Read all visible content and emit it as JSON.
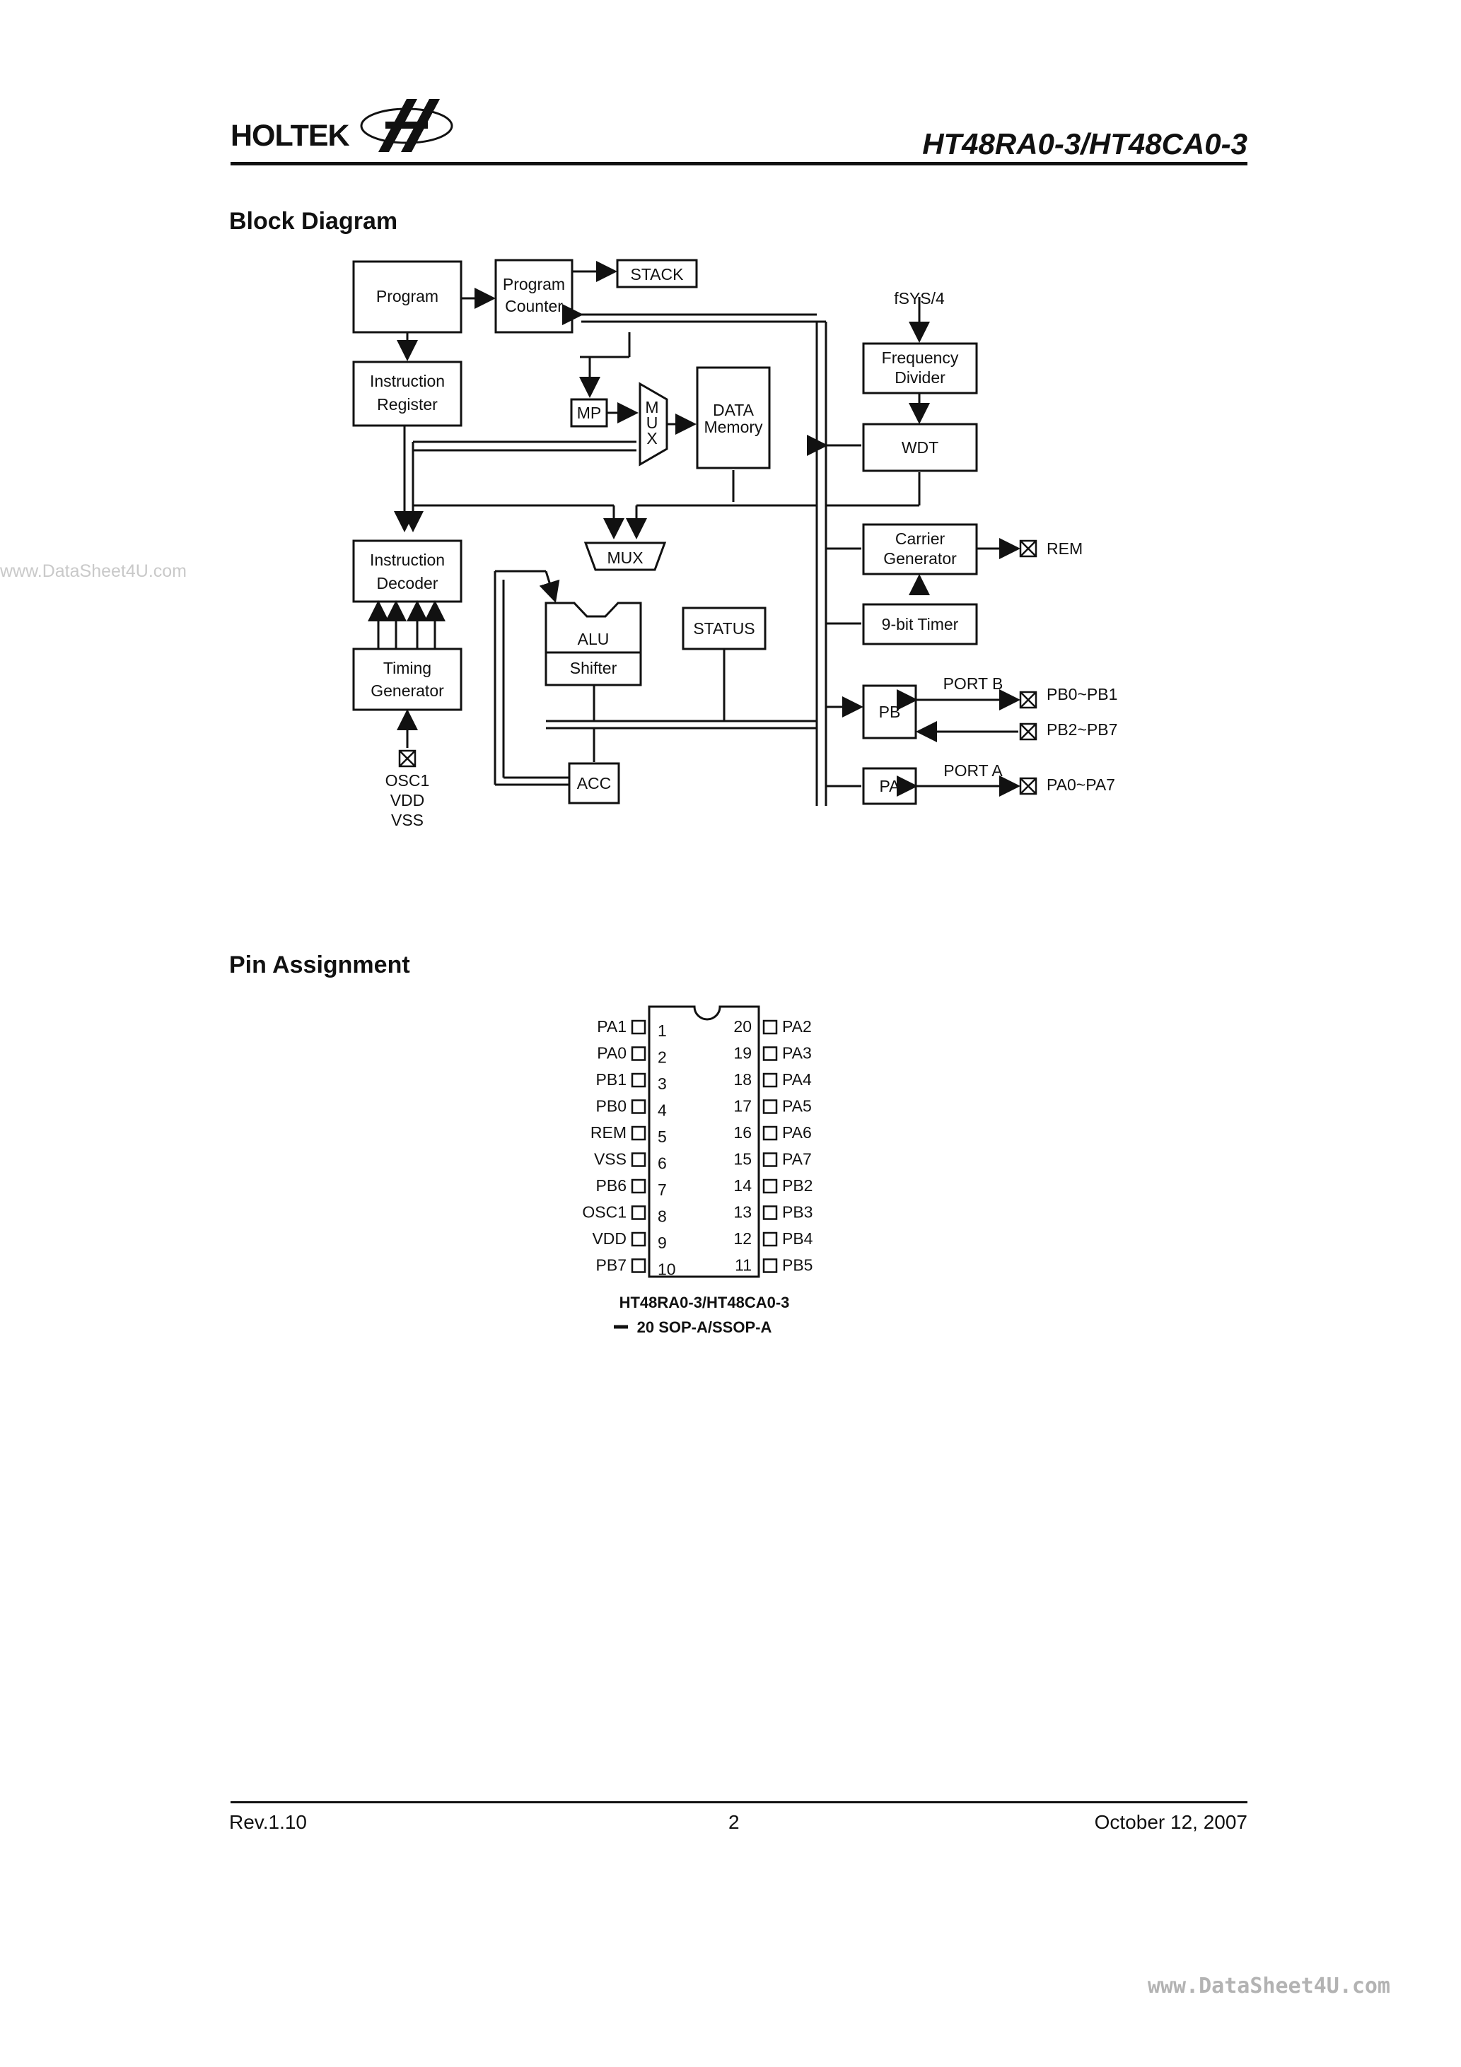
{
  "header": {
    "logo_text": "HOLTEK",
    "doc_title": "HT48RA0-3/HT48CA0-3"
  },
  "watermark": {
    "left": "www.DataSheet4U.com",
    "bottom": "www.DataSheet4U.com"
  },
  "block_diagram": {
    "heading": "Block Diagram",
    "blocks": {
      "program": "Program",
      "program_counter_1": "Program",
      "program_counter_2": "Counter",
      "stack": "STACK",
      "instr_register_1": "Instruction",
      "instr_register_2": "Register",
      "mp": "MP",
      "mux_v_1": "M",
      "mux_v_2": "U",
      "mux_v_3": "X",
      "data_memory_1": "DATA",
      "data_memory_2": "Memory",
      "freq_div_1": "Frequency",
      "freq_div_2": "Divider",
      "wdt": "WDT",
      "fsys": "fSYS/4",
      "instr_decoder_1": "Instruction",
      "instr_decoder_2": "Decoder",
      "mux_h": "MUX",
      "alu": "ALU",
      "shifter": "Shifter",
      "status": "STATUS",
      "timing_gen_1": "Timing",
      "timing_gen_2": "Generator",
      "acc": "ACC",
      "carrier_1": "Carrier",
      "carrier_2": "Generator",
      "timer": "9-bit Timer",
      "pb": "PB",
      "pa": "PA",
      "port_b": "PORT B",
      "port_a": "PORT A",
      "rem": "REM",
      "pb0_pb1": "PB0~PB1",
      "pb2_pb7": "PB2~PB7",
      "pa0_pa7": "PA0~PA7",
      "osc1": "OSC1",
      "vdd": "VDD",
      "vss": "VSS"
    }
  },
  "pin_assignment": {
    "heading": "Pin Assignment",
    "left_pins": [
      {
        "num": "1",
        "name": "PA1"
      },
      {
        "num": "2",
        "name": "PA0"
      },
      {
        "num": "3",
        "name": "PB1"
      },
      {
        "num": "4",
        "name": "PB0"
      },
      {
        "num": "5",
        "name": "REM"
      },
      {
        "num": "6",
        "name": "VSS"
      },
      {
        "num": "7",
        "name": "PB6"
      },
      {
        "num": "8",
        "name": "OSC1"
      },
      {
        "num": "9",
        "name": "VDD"
      },
      {
        "num": "10",
        "name": "PB7"
      }
    ],
    "right_pins": [
      {
        "num": "20",
        "name": "PA2"
      },
      {
        "num": "19",
        "name": "PA3"
      },
      {
        "num": "18",
        "name": "PA4"
      },
      {
        "num": "17",
        "name": "PA5"
      },
      {
        "num": "16",
        "name": "PA6"
      },
      {
        "num": "15",
        "name": "PA7"
      },
      {
        "num": "14",
        "name": "PB2"
      },
      {
        "num": "13",
        "name": "PB3"
      },
      {
        "num": "12",
        "name": "PB4"
      },
      {
        "num": "11",
        "name": "PB5"
      }
    ],
    "caption_line1": "HT48RA0-3/HT48CA0-3",
    "caption_line2": "20 SOP-A/SSOP-A"
  },
  "footer": {
    "rev": "Rev.1.10",
    "page": "2",
    "date": "October 12, 2007"
  }
}
